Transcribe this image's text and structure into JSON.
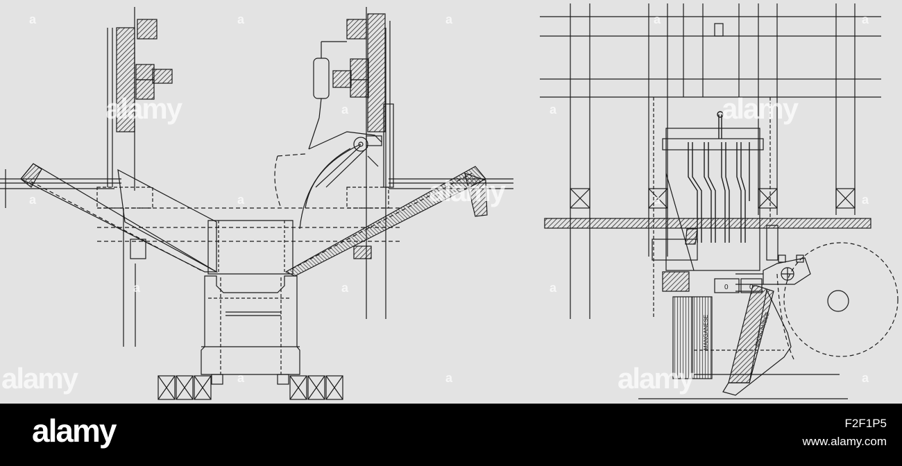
{
  "labels": {
    "manganese_left": "MANGANESE",
    "manganese_right": "MANGANESE",
    "lever_mark_1": "0",
    "lever_mark_2": "0"
  },
  "watermarks": {
    "brand": "alamy",
    "symbol": "a",
    "image_id": "F2F1P5",
    "site": "www.alamy.com"
  },
  "colors": {
    "paper": "#e3e3e3",
    "ink": "#1a1a1a",
    "hatch": "#3a3a3a",
    "footer": "#000000"
  }
}
